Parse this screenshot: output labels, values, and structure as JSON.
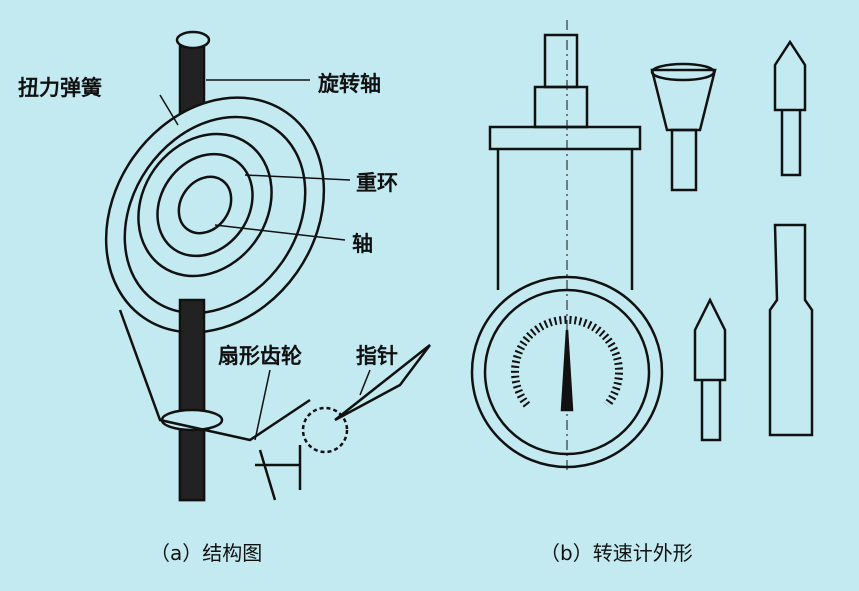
{
  "figure_a": {
    "labels": {
      "torsion_spring": "扭力弹簧",
      "rotating_shaft": "旋转轴",
      "weight_ring": "重环",
      "axle": "轴",
      "sector_gear": "扇形齿轮",
      "pointer": "指针"
    },
    "caption": "（a）结构图"
  },
  "figure_b": {
    "caption": "（b）转速计外形"
  },
  "colors": {
    "background": "#c4eaf1",
    "ink": "#111111"
  }
}
